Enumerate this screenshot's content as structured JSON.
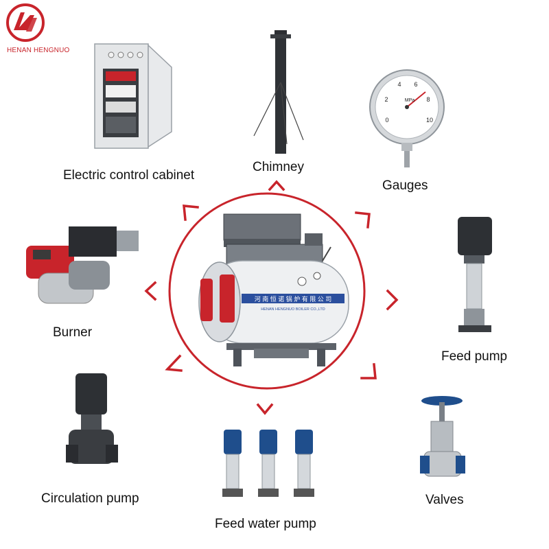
{
  "brand": {
    "name": "HENAN HENGNUO",
    "accent": "#c8242b"
  },
  "components": [
    {
      "id": "electric-control-cabinet",
      "label": "Electric control cabinet"
    },
    {
      "id": "chimney",
      "label": "Chimney"
    },
    {
      "id": "gauges",
      "label": "Gauges"
    },
    {
      "id": "burner",
      "label": "Burner"
    },
    {
      "id": "feed-pump",
      "label": "Feed pump"
    },
    {
      "id": "circulation-pump",
      "label": "Circulation pump"
    },
    {
      "id": "feed-water-pump",
      "label": "Feed water pump"
    },
    {
      "id": "valves",
      "label": "Valves"
    }
  ],
  "boiler": {
    "banner_cn": "河 南 恒 诺 锅 炉 有 限 公 司",
    "banner_en": "HENAN HENGNUO BOILER CO.,LTD"
  },
  "gauge": {
    "ticks": [
      "0",
      "2",
      "4",
      "6",
      "8",
      "10"
    ],
    "unit": "MPa"
  },
  "colors": {
    "circle": "#c8242b",
    "arrow": "#c8242b",
    "boiler_body": "#e9ecef",
    "banner": "#2b4f9e"
  }
}
